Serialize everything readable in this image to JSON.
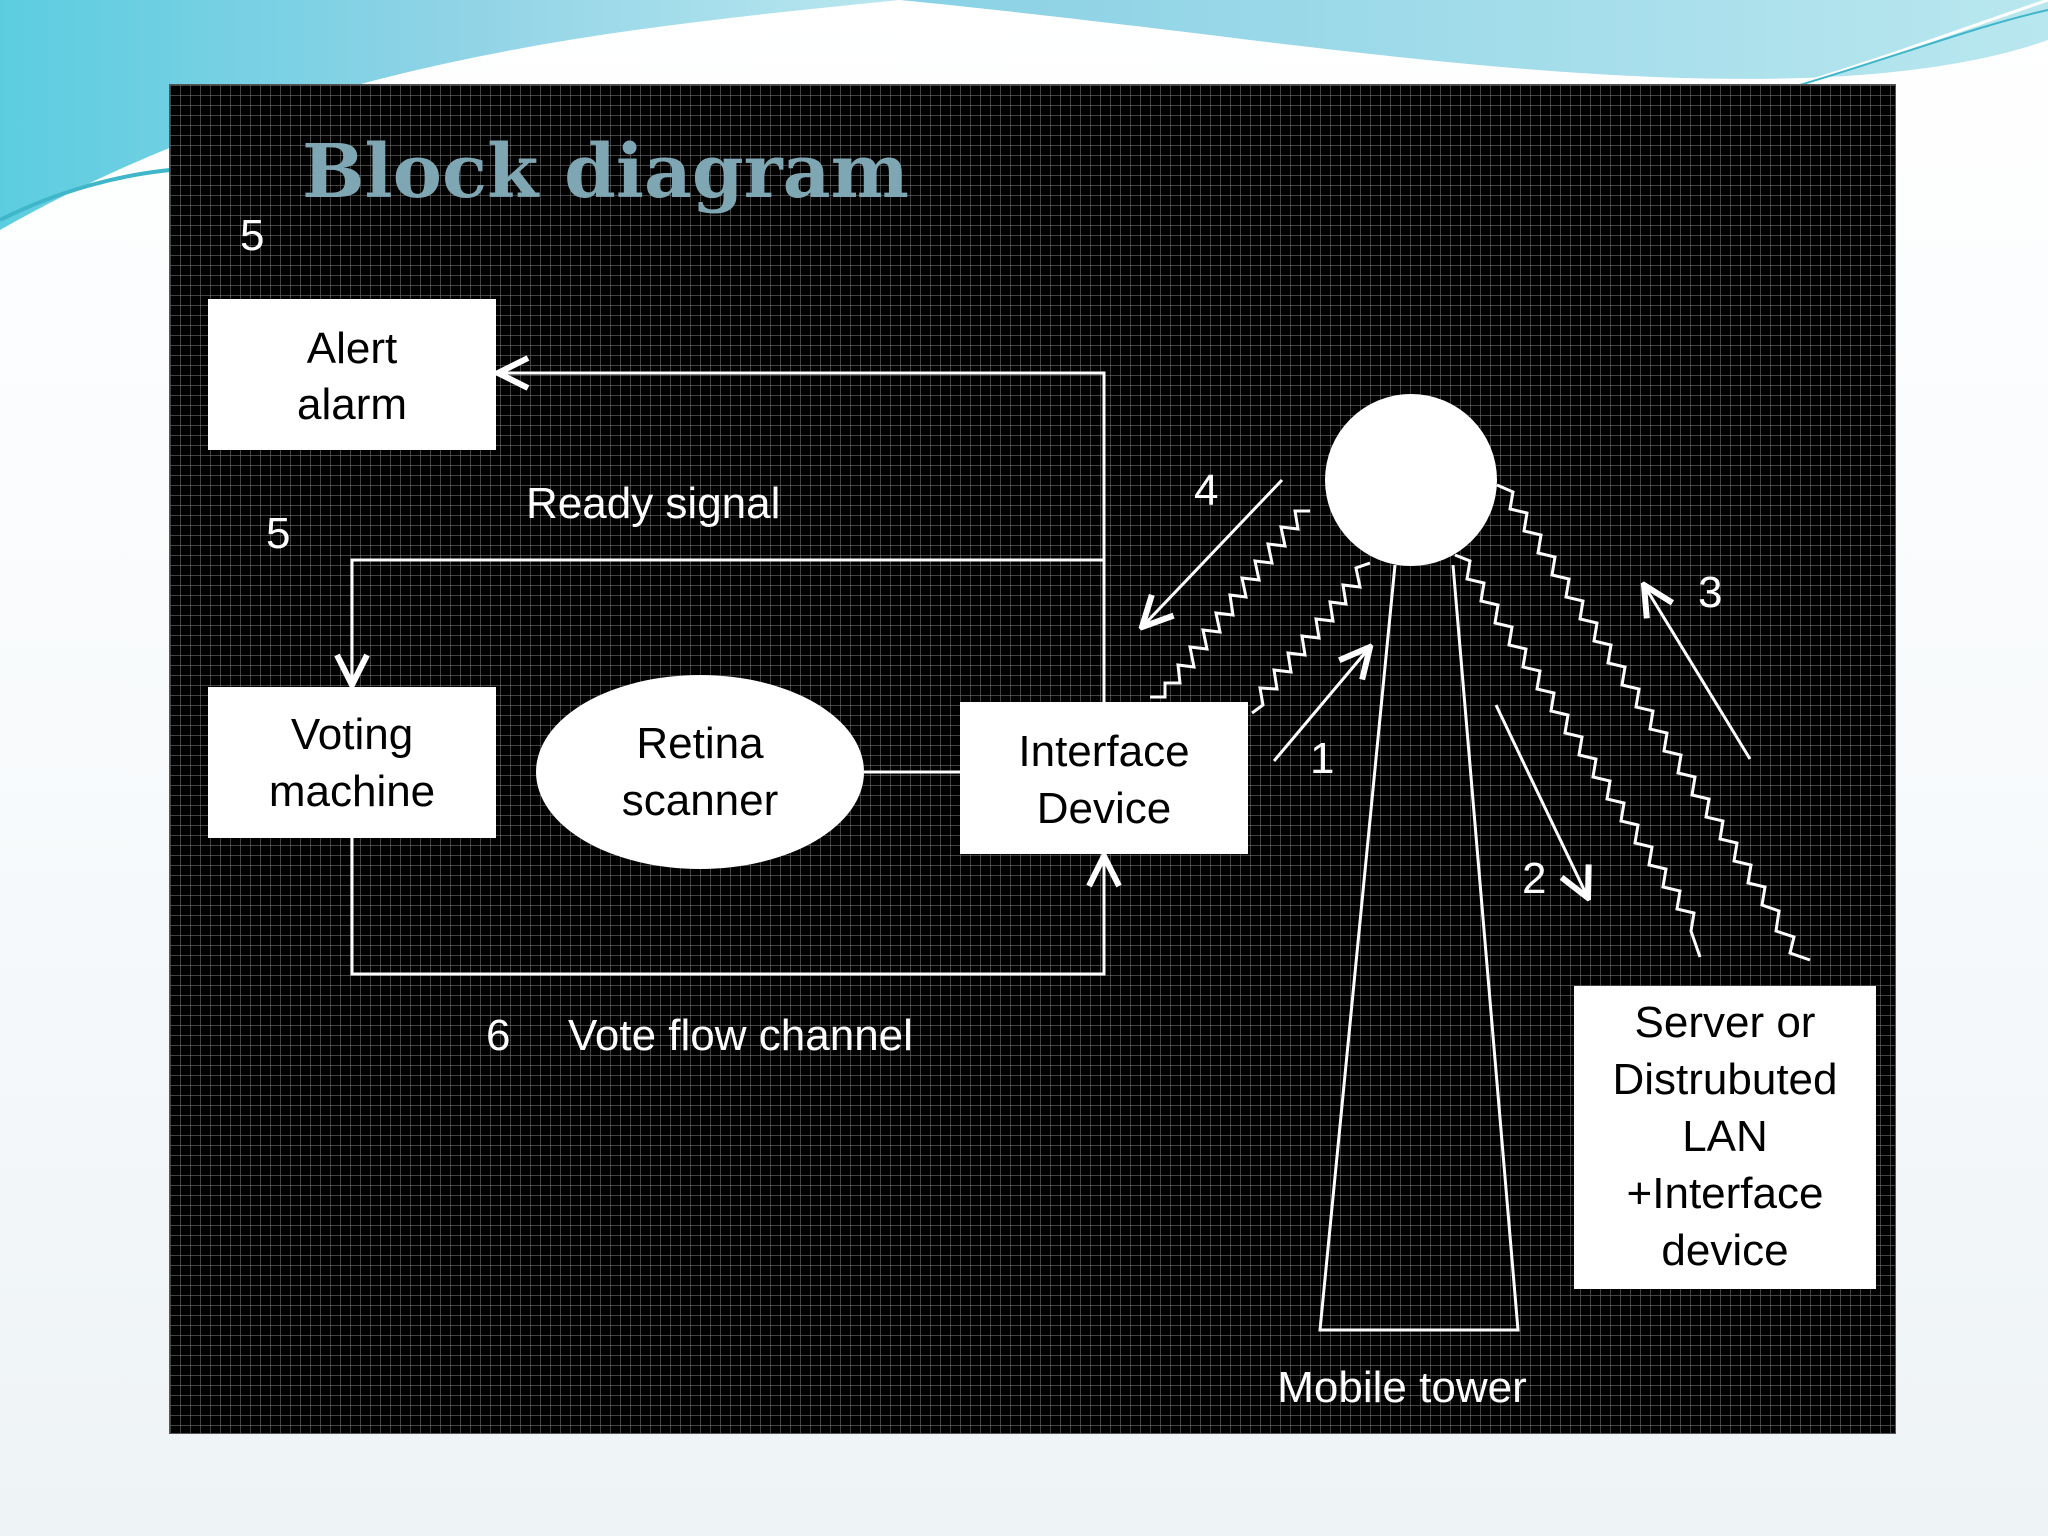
{
  "title": "Block diagram",
  "nodes": {
    "alert_alarm": [
      "Alert",
      "alarm"
    ],
    "voting_machine": [
      "Voting",
      "machine"
    ],
    "retina_scanner": [
      "Retina",
      "scanner"
    ],
    "interface_device": [
      "Interface",
      "Device"
    ],
    "server": [
      "Server or",
      "Distrubuted",
      "LAN",
      "+Interface",
      "device"
    ]
  },
  "labels": {
    "ready_signal": "Ready signal",
    "vote_flow_channel": "Vote flow channel",
    "mobile_tower": "Mobile tower",
    "step_5_alert": "5",
    "step_5_voting": "5",
    "step_6": "6",
    "step_1": "1",
    "step_2": "2",
    "step_3": "3",
    "step_4": "4"
  },
  "colors": {
    "panel_background": "#000000",
    "grid": "#787878",
    "title": "#7fa7b3",
    "box": "#ffffff",
    "line": "#ffffff",
    "decor_wave": "#7fcfe0"
  }
}
